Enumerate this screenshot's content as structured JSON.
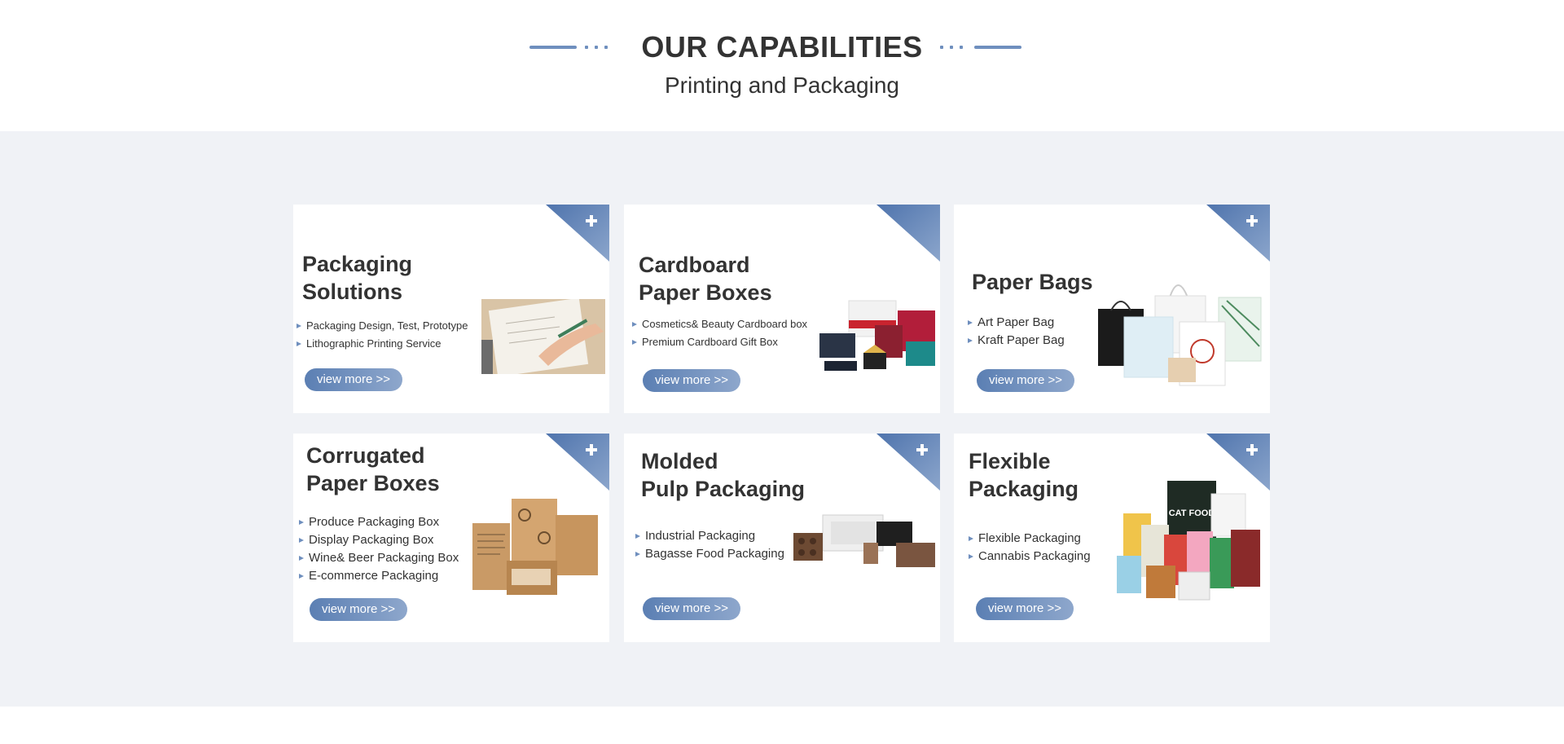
{
  "header": {
    "title": "OUR CAPABILITIES",
    "subtitle": "Printing and Packaging"
  },
  "theme": {
    "accent": "#6f8fbe",
    "band_background": "#f0f2f6"
  },
  "cards": [
    {
      "title_lines": [
        "Packaging",
        "Solutions"
      ],
      "items": [
        "Packaging Design, Test, Prototype",
        "Lithographic Printing Service"
      ],
      "button": "view more >>",
      "corner_icon": "plus-icon",
      "image": "hand-drawing-sketch-image"
    },
    {
      "title_lines": [
        "Cardboard",
        "Paper Boxes"
      ],
      "items": [
        "Cosmetics& Beauty Cardboard box",
        "Premium Cardboard Gift Box"
      ],
      "button": "view more >>",
      "corner_icon": "plus-icon",
      "image": "cardboard-gift-boxes-image"
    },
    {
      "title_lines": [
        "Paper Bags"
      ],
      "items": [
        "Art Paper Bag",
        "Kraft Paper Bag"
      ],
      "button": "view more >>",
      "corner_icon": "plus-icon",
      "image": "paper-bags-image"
    },
    {
      "title_lines": [
        "Corrugated",
        "Paper Boxes"
      ],
      "items": [
        "Produce Packaging Box",
        "Display Packaging Box",
        "Wine& Beer Packaging Box",
        "E-commerce Packaging"
      ],
      "button": "view more >>",
      "corner_icon": "plus-icon",
      "image": "corrugated-boxes-image"
    },
    {
      "title_lines": [
        "Molded",
        "Pulp Packaging"
      ],
      "items": [
        "Industrial Packaging",
        "Bagasse Food Packaging"
      ],
      "button": "view more >>",
      "corner_icon": "plus-icon",
      "image": "molded-pulp-trays-image"
    },
    {
      "title_lines": [
        "Flexible",
        "Packaging"
      ],
      "items": [
        "Flexible Packaging",
        "Cannabis Packaging"
      ],
      "button": "view more >>",
      "corner_icon": "plus-icon",
      "image": "flexible-pouches-image",
      "image_text": "CAT FOOD"
    }
  ]
}
